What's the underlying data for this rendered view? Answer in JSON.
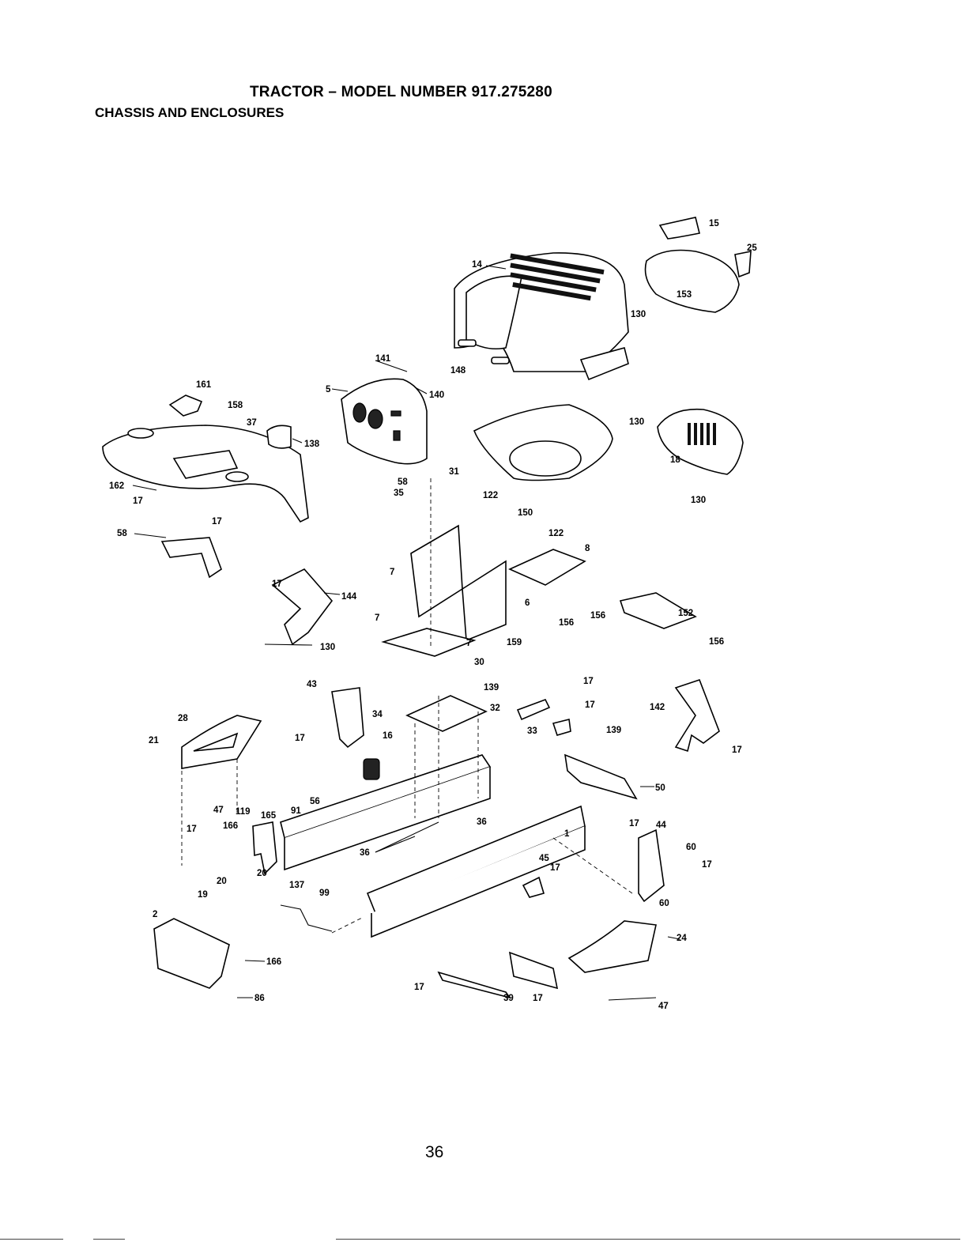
{
  "header": {
    "title": "TRACTOR – MODEL NUMBER 917.275280",
    "subtitle": "CHASSIS AND ENCLOSURES"
  },
  "callouts": [
    "15",
    "25",
    "14",
    "153",
    "130",
    "148",
    "141",
    "140",
    "5",
    "161",
    "158",
    "37",
    "138",
    "130",
    "18",
    "130",
    "58",
    "35",
    "31",
    "122",
    "150",
    "122",
    "8",
    "162",
    "17",
    "17",
    "58",
    "7",
    "6",
    "17",
    "144",
    "7",
    "156",
    "156",
    "152",
    "156",
    "130",
    "7",
    "159",
    "30",
    "43",
    "139",
    "17",
    "32",
    "17",
    "28",
    "142",
    "34",
    "33",
    "139",
    "21",
    "17",
    "16",
    "17",
    "50",
    "56",
    "47",
    "119",
    "165",
    "91",
    "36",
    "17",
    "1",
    "44",
    "60",
    "17",
    "166",
    "20",
    "36",
    "45",
    "17",
    "17",
    "19",
    "20",
    "137",
    "99",
    "60",
    "2",
    "24",
    "166",
    "86",
    "17",
    "39",
    "17",
    "47"
  ],
  "footer": {
    "page_number": "36"
  }
}
